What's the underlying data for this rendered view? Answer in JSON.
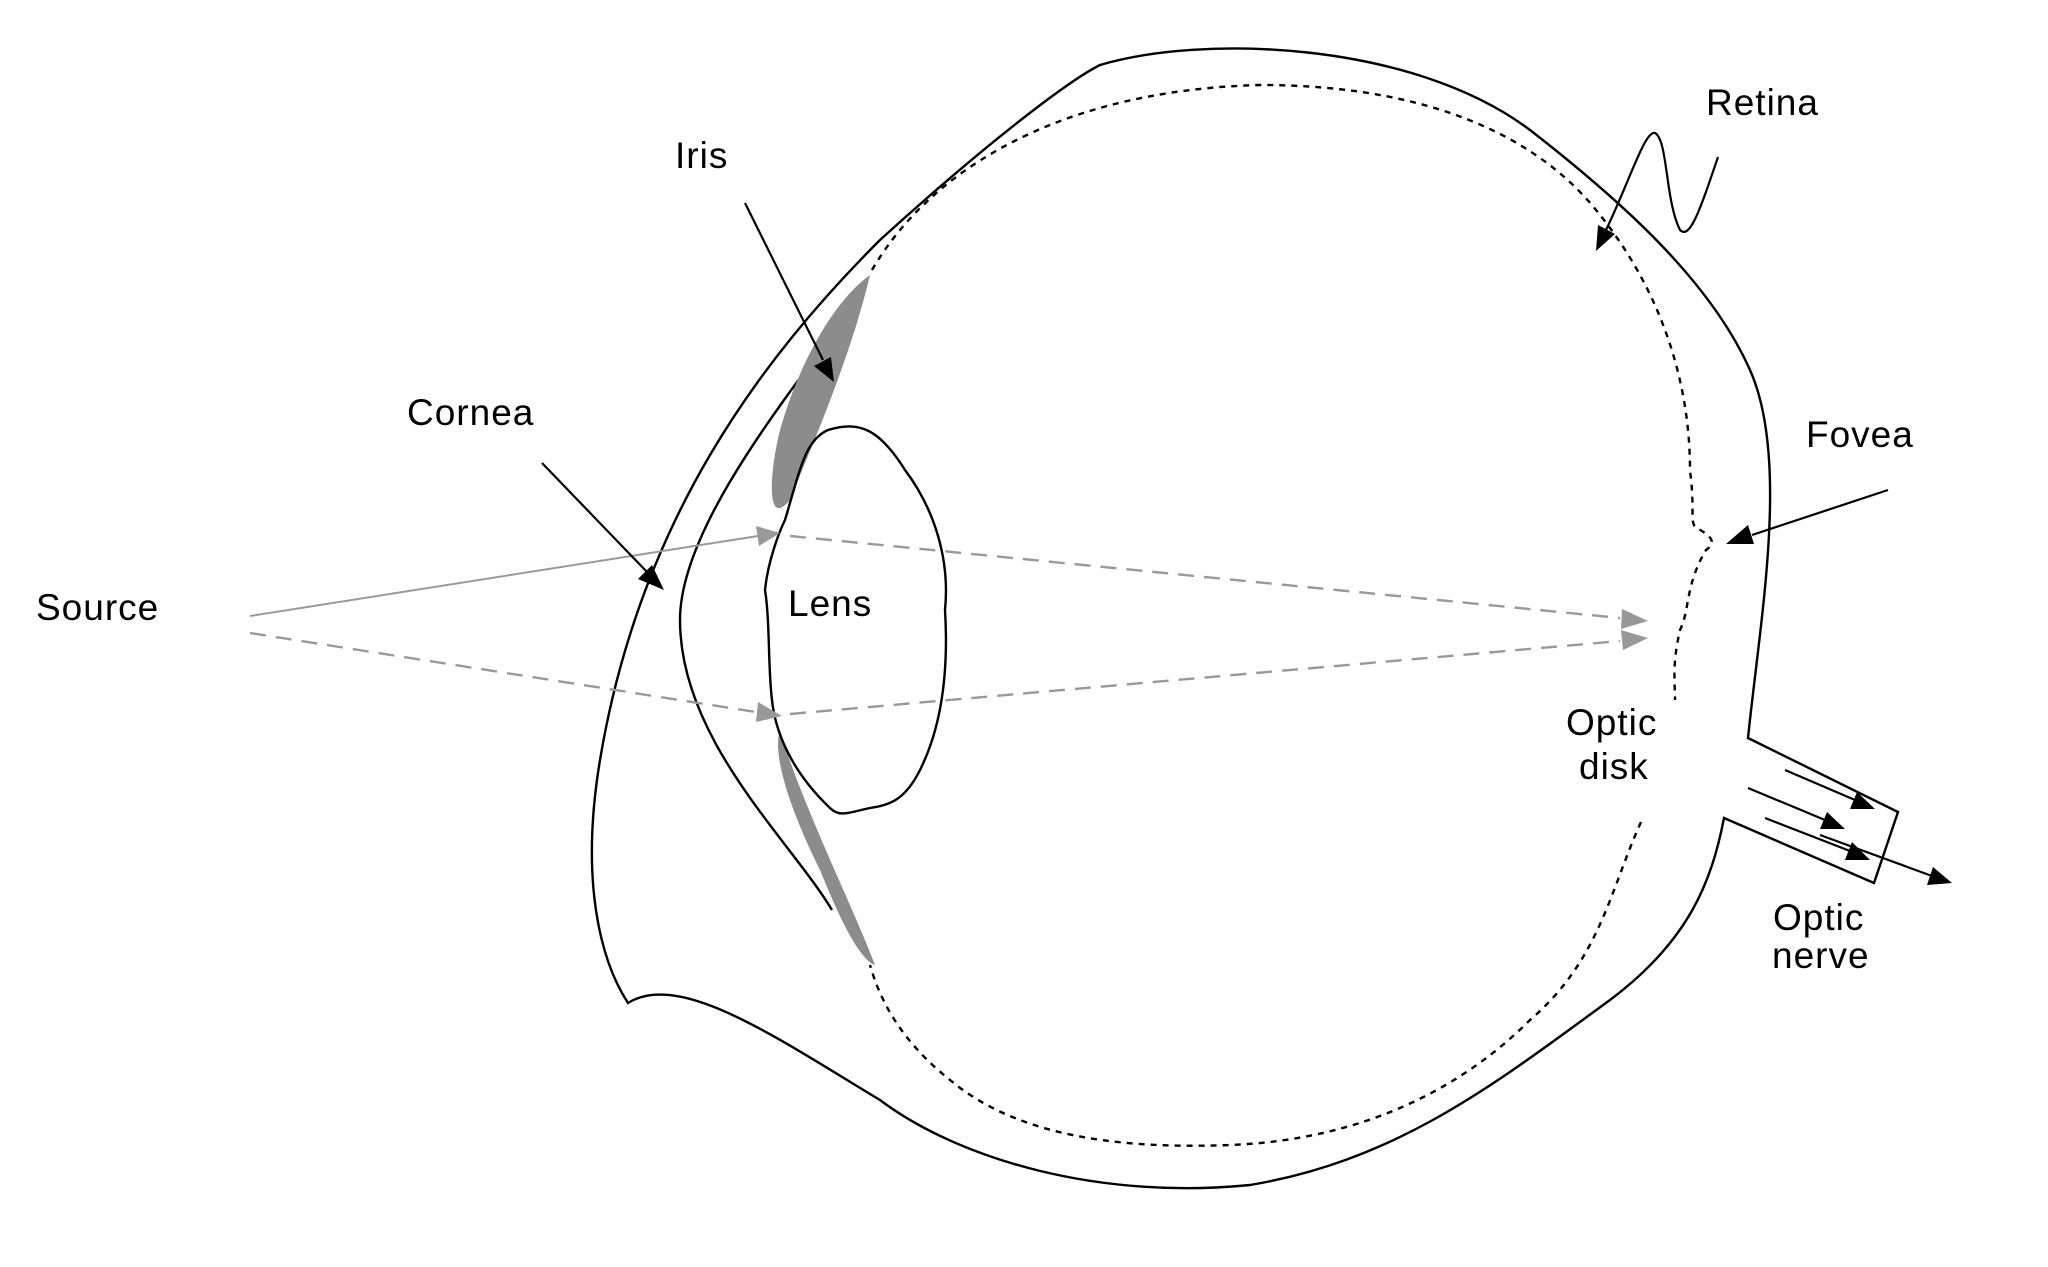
{
  "labels": {
    "source": "Source",
    "cornea": "Cornea",
    "iris": "Iris",
    "lens": "Lens",
    "retina": "Retina",
    "fovea": "Fovea",
    "optic_disk_line1": "Optic",
    "optic_disk_line2": "disk",
    "optic_nerve_line1": "Optic",
    "optic_nerve_line2": "nerve"
  },
  "colors": {
    "outline": "#000000",
    "iris": "#8c8c8c",
    "light_ray": "#999999",
    "background": "#ffffff"
  }
}
